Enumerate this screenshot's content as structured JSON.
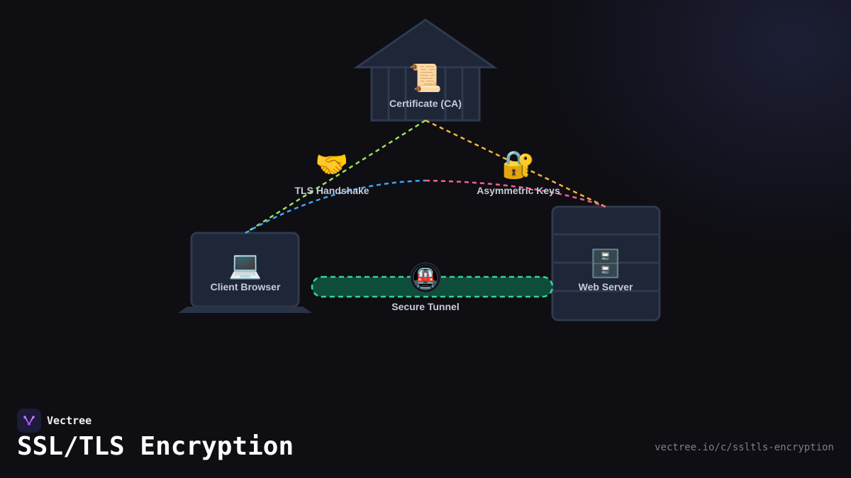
{
  "nodes": {
    "ca": {
      "label": "Certificate (CA)",
      "icon": "scroll-icon",
      "glyph": "📜"
    },
    "client": {
      "label": "Client Browser",
      "icon": "laptop-icon",
      "glyph": "💻"
    },
    "server": {
      "label": "Web Server",
      "icon": "file-cabinet-icon",
      "glyph": "🗄️"
    },
    "tunnel": {
      "label": "Secure Tunnel",
      "icon": "train-icon",
      "glyph": "🚇"
    },
    "handshake": {
      "label": "TLS Handshake",
      "icon": "handshake-icon",
      "glyph": "🤝"
    },
    "keys": {
      "label": "Asymmetric Keys",
      "icon": "locked-with-key-icon",
      "glyph": "🔐"
    }
  },
  "edges": [
    {
      "from": "ca",
      "to": "client",
      "color": "#9be15d"
    },
    {
      "from": "ca",
      "to": "server",
      "color": "#f5b53f"
    },
    {
      "from": "client",
      "to": "handshake",
      "color": "#42a5f5"
    },
    {
      "from": "keys",
      "to": "server",
      "color": "#f06292"
    },
    {
      "from": "client",
      "to": "server",
      "color": "#34d399"
    }
  ],
  "colors": {
    "node_fill": "#1e2638",
    "node_stroke": "#2f3a4f",
    "tunnel_fill": "#0d4d3a",
    "tunnel_stroke": "#34d399",
    "brand_accent": "#a855f7"
  },
  "brand": {
    "name": "Vectree",
    "icon": "vectree-logo-icon"
  },
  "footer": {
    "title": "SSL/TLS Encryption",
    "url": "vectree.io/c/ssltls-encryption"
  }
}
